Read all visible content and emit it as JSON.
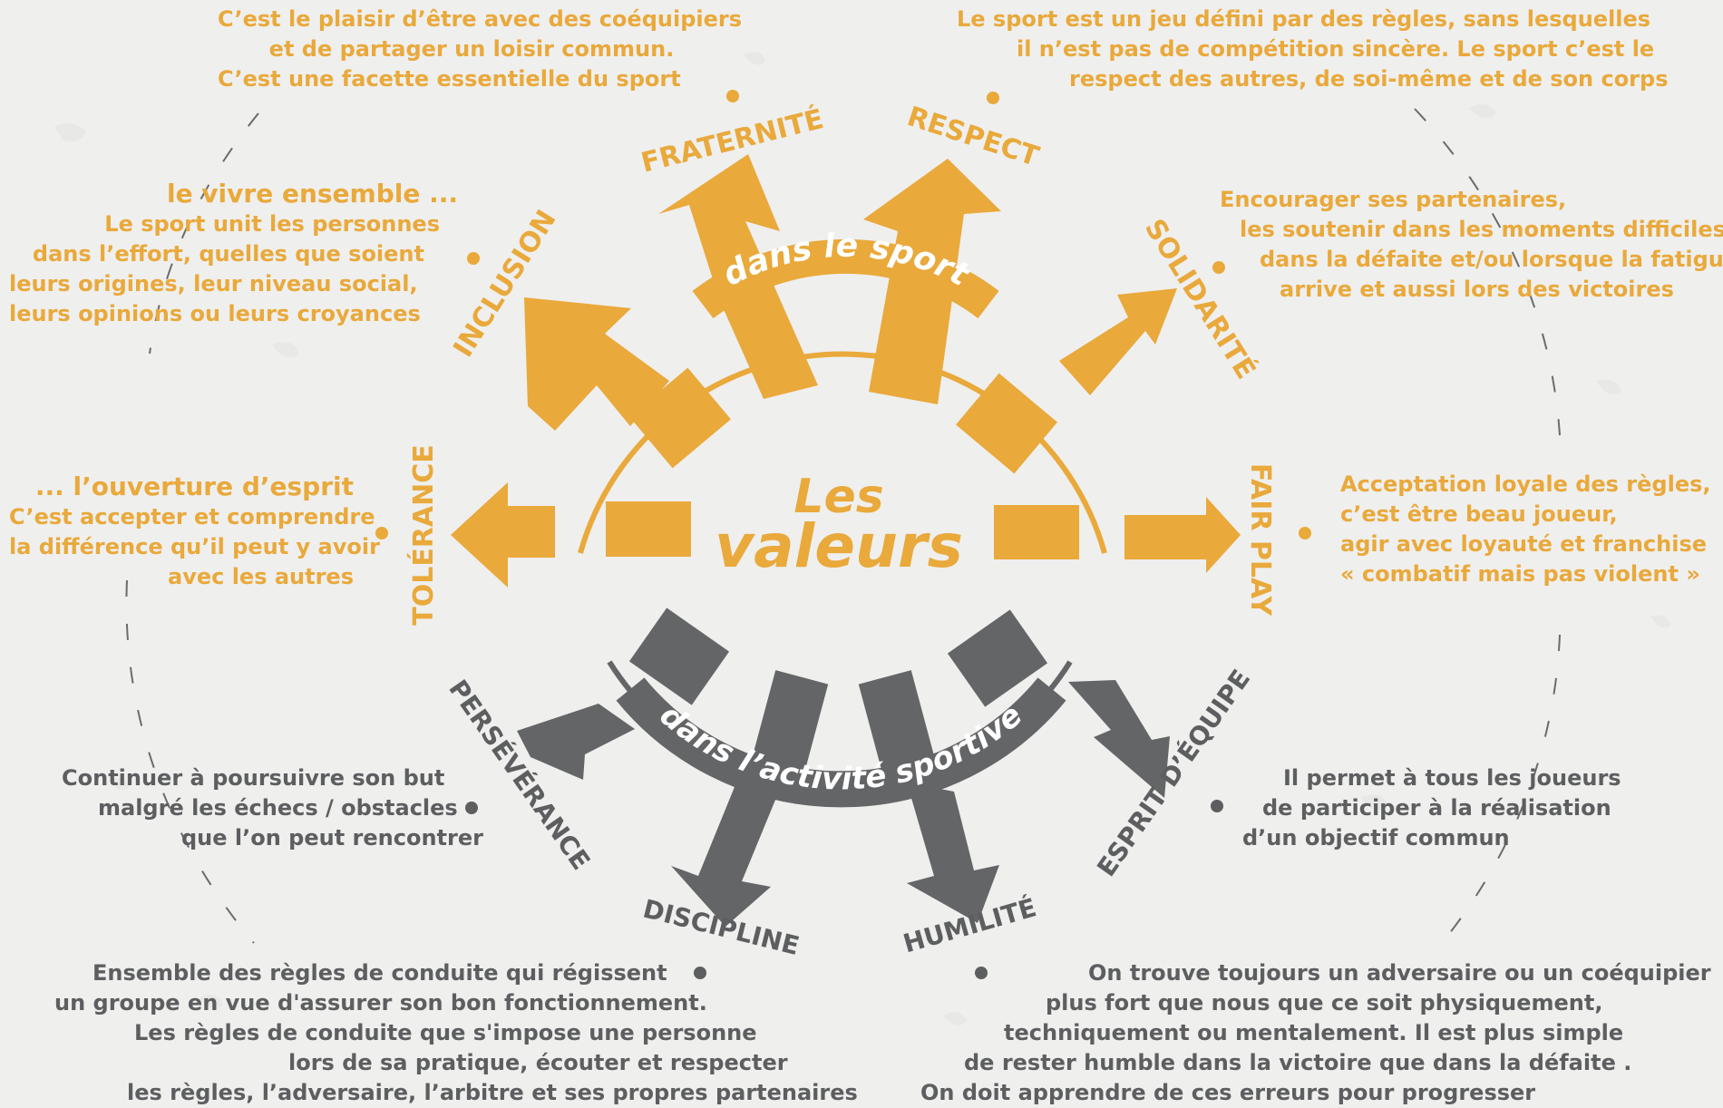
{
  "center": {
    "title_line1": "Les",
    "title_line2": "valeurs",
    "arc_top": "dans le sport",
    "arc_bottom": "dans l’activité sportive"
  },
  "values": {
    "fraternite": "FRATERNITÉ",
    "respect": "RESPECT",
    "solidarite": "SOLIDARITÉ",
    "fair_play": "FAIR PLAY",
    "esprit_equipe": "ESPRIT D’ÉQUIPE",
    "humilite": "HUMILITÉ",
    "discipline": "DISCIPLINE",
    "perseverance": "PERSÉVÉRANCE",
    "tolerance": "TOLÉRANCE",
    "inclusion": "INCLUSION"
  },
  "descriptions": {
    "fraternite": [
      "C’est le plaisir d’être avec des coéquipiers",
      "et de partager un loisir commun.",
      "C’est une facette essentielle du sport"
    ],
    "respect": [
      "Le sport est un jeu défini par des règles,  sans lesquelles",
      "il n’est pas de compétition sincère. Le sport c’est le",
      "respect des autres, de soi-même et de son corps"
    ],
    "inclusion_heading": "le vivre ensemble ...",
    "inclusion": [
      "Le sport unit les personnes",
      "dans l’effort, quelles que soient",
      "leurs origines, leur niveau social,",
      "leurs opinions ou leurs croyances"
    ],
    "solidarite": [
      "Encourager ses partenaires,",
      "les soutenir dans les moments difficiles,",
      "dans la défaite et/ou lorsque la fatigue",
      "arrive et aussi lors des victoires"
    ],
    "tolerance_heading": "... l’ouverture d’esprit",
    "tolerance": [
      "C’est accepter et comprendre",
      "la différence qu’il peut y avoir",
      "avec les autres"
    ],
    "fair_play": [
      "Acceptation loyale des règles,",
      "c’est être beau joueur,",
      "agir avec loyauté et franchise",
      "« combatif mais pas violent »"
    ],
    "perseverance": [
      "Continuer à poursuivre son but",
      "malgré  les échecs / obstacles",
      "que l’on peut rencontrer"
    ],
    "esprit_equipe": [
      "Il permet à tous les joueurs",
      "de participer à la réalisation",
      "d’un objectif commun"
    ],
    "discipline": [
      "Ensemble des règles de conduite qui régissent",
      "un groupe en vue d'assurer son bon fonctionnement.",
      "Les règles de conduite que s'impose une personne",
      "lors de sa pratique, écouter et respecter",
      "les règles, l’adversaire, l’arbitre et ses propres partenaires"
    ],
    "humilite": [
      "On trouve toujours un adversaire ou un coéquipier",
      "plus fort que nous que ce soit physiquement,",
      "techniquement ou mentalement. Il est plus simple",
      "de rester humble dans la victoire que dans la défaite .",
      "On doit apprendre de ces erreurs pour progresser"
    ]
  },
  "colors": {
    "orange": "#e9a93b",
    "grey": "#646567",
    "background": "#efefee"
  }
}
